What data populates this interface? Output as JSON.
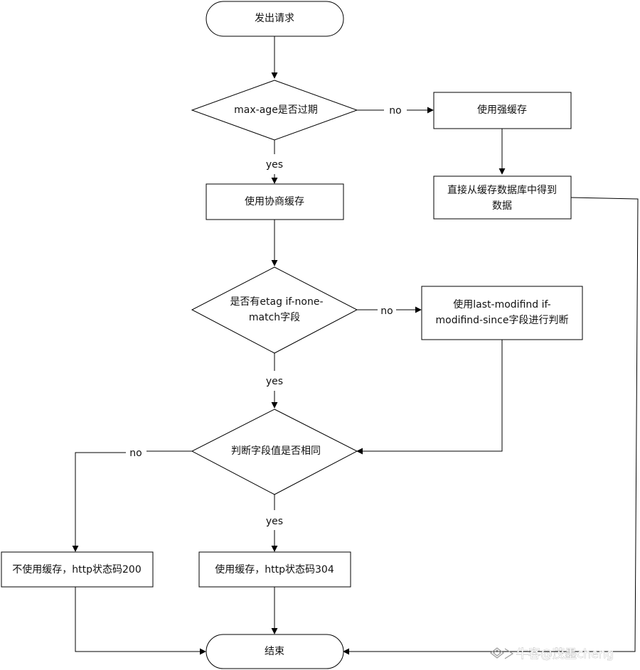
{
  "nodes": {
    "start": "发出请求",
    "check_max_age": "max-age是否过期",
    "strong_cache": "使用强缓存",
    "read_cache_db": [
      "直接从缓存数据库中得到",
      "数据"
    ],
    "negotiate_cache": "使用协商缓存",
    "check_etag": [
      "是否有etag if-none-",
      "match字段"
    ],
    "last_modified": [
      "使用last-modifind if-",
      "modifind-since字段进行判断"
    ],
    "compare_fields": "判断字段值是否相同",
    "no_cache_200": "不使用缓存，http状态码200",
    "cache_304": "使用缓存，http状态码304",
    "end": "结束"
  },
  "edge_labels": {
    "max_age_no": "no",
    "max_age_yes": "yes",
    "etag_no": "no",
    "etag_yes": "yes",
    "compare_no": "no",
    "compare_yes": "yes"
  },
  "watermark": "牛客@茂墨cheng",
  "colors": {
    "stroke": "#000000",
    "fill": "#ffffff",
    "text": "#111111"
  }
}
